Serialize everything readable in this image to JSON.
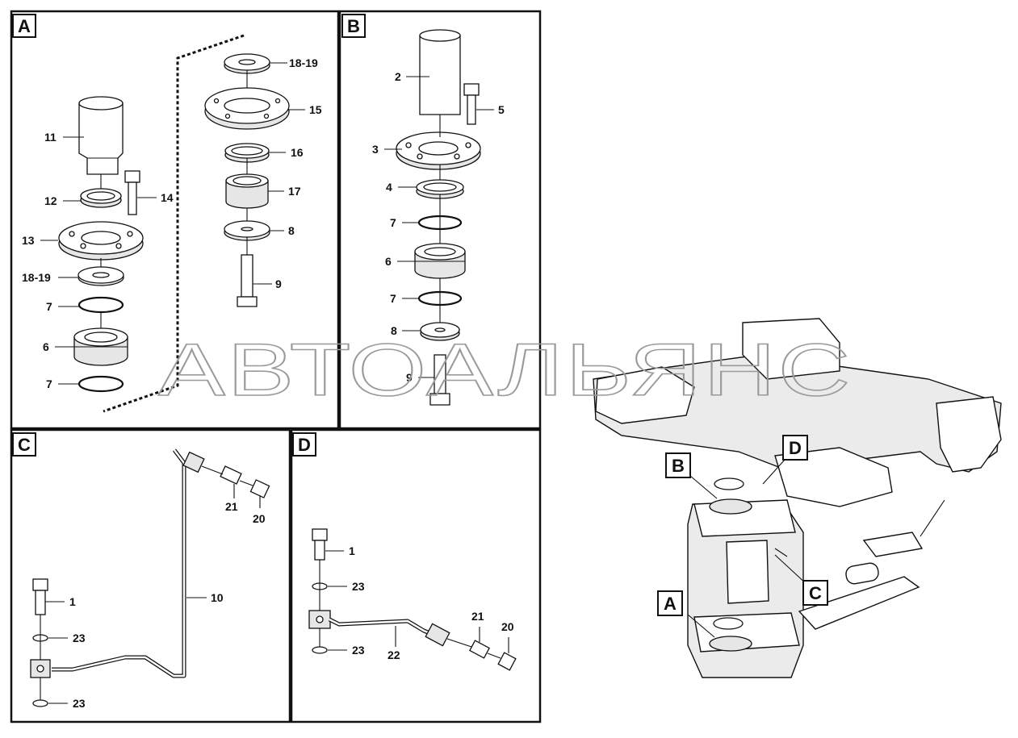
{
  "panels": {
    "A": {
      "label": "A"
    },
    "B": {
      "label": "B"
    },
    "C": {
      "label": "C"
    },
    "D": {
      "label": "D"
    }
  },
  "callouts": {
    "A": [
      "11",
      "12",
      "13",
      "14",
      "18-19",
      "7",
      "6",
      "7",
      "18-19",
      "15",
      "16",
      "17",
      "8",
      "9"
    ],
    "B": [
      "2",
      "5",
      "3",
      "4",
      "7",
      "6",
      "7",
      "8",
      "9"
    ],
    "C": [
      "21",
      "20",
      "1",
      "10",
      "23",
      "23"
    ],
    "D": [
      "1",
      "23",
      "21",
      "20",
      "23",
      "22"
    ]
  },
  "assembly_tags": [
    "B",
    "D",
    "C",
    "A"
  ],
  "watermark": "АВТОАЛЬЯНС"
}
